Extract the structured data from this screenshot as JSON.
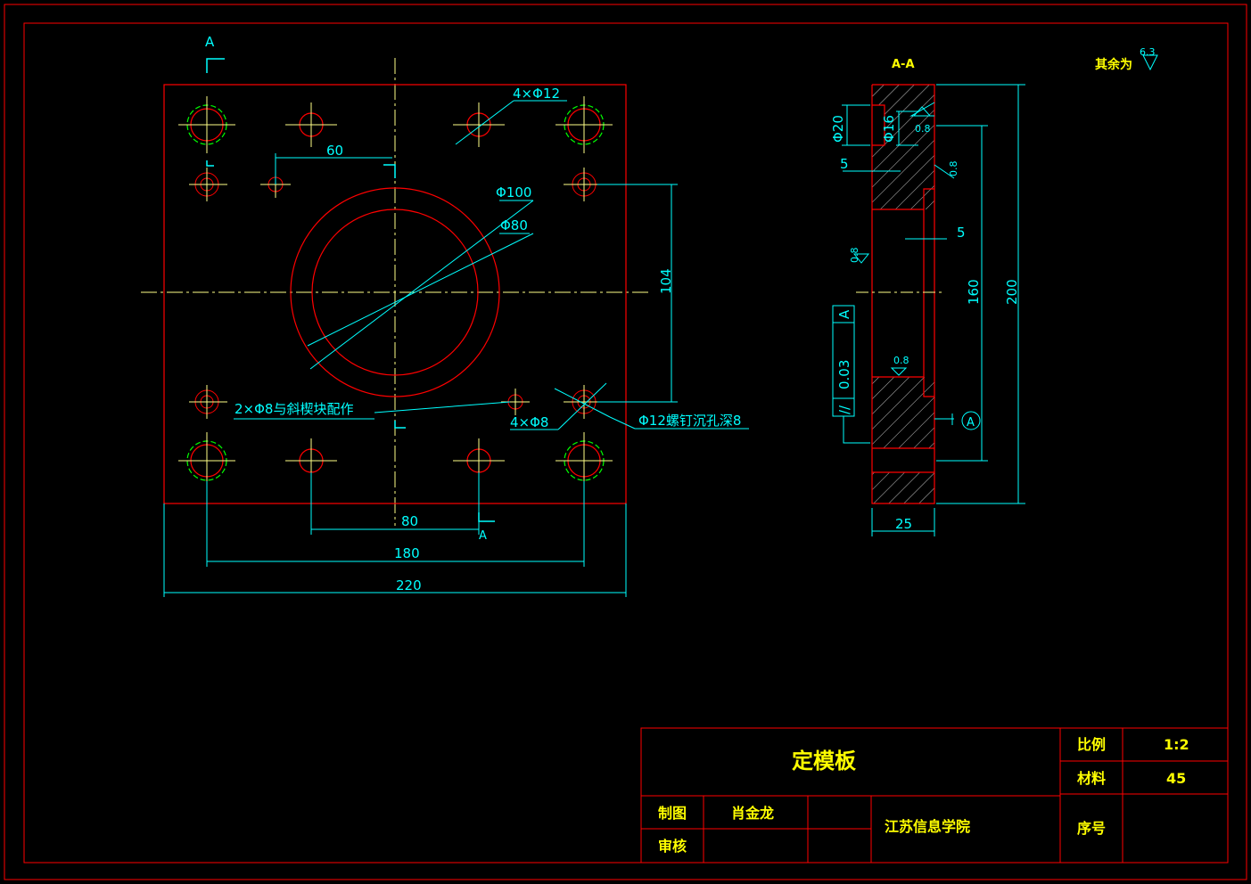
{
  "front_view": {
    "section_mark": "A",
    "section_mark_bottom": "A",
    "labels": {
      "holes_4x12": "4×Φ12",
      "dim_60": "60",
      "dia_100": "Φ100",
      "dia_80": "Φ80",
      "dim_104": "104",
      "note_2x8": "2×Φ8与斜楔块配作",
      "holes_4x8": "4×Φ8",
      "note_12": "Φ12螺钉沉孔深8",
      "dim_80": "80",
      "dim_180": "180",
      "dim_220": "220"
    }
  },
  "section_view": {
    "title": "A-A",
    "surface_note": "其余为",
    "surface_value": "6.3",
    "labels": {
      "dia_20": "Φ20",
      "dia_16": "Φ16",
      "rough_1": "0.8",
      "rough_2": "0.8",
      "rough_3": "0.8",
      "rough_4": "0.8",
      "dim_5_left": "5",
      "dim_5_right": "5",
      "dim_160": "160",
      "dim_200": "200",
      "dim_25": "25",
      "tolerance_symbol": "//",
      "tolerance_value": "0.03",
      "datum": "A",
      "datum_ref": "A"
    }
  },
  "title_block": {
    "part_name": "定模板",
    "scale_label": "比例",
    "scale_value": "1:2",
    "material_label": "材料",
    "material_value": "45",
    "drawn_label": "制图",
    "drawn_by": "肖金龙",
    "check_label": "审核",
    "school": "江苏信息学院",
    "seq_label": "序号"
  },
  "colors": {
    "background": "#000000",
    "outline": "#ff0000",
    "dimension": "#00ffff",
    "centerline": "#ffff00",
    "title_text": "#ffff00"
  }
}
